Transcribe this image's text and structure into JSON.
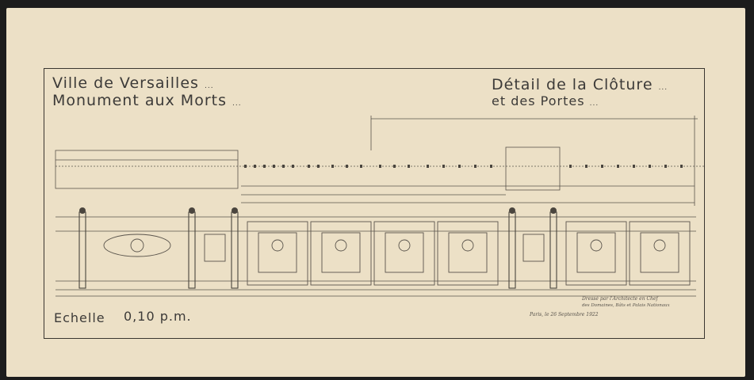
{
  "title_left": {
    "line1_prefix": "Ville de Versailles",
    "line2_prefix": "Monument aux Morts"
  },
  "title_right": {
    "line1": "Détail de la Clôture",
    "line2": "et des Portes"
  },
  "scale": {
    "label": "Echelle",
    "value": "0,10 p.m."
  },
  "signature": {
    "place_date": "Paris, le 26 Septembre 1922",
    "dresse": "Dressé par l'Architecte en Chef",
    "role": "des Domaines, Bâts et Palais Nationaux"
  },
  "colors": {
    "paper": "#ece0c6",
    "ink": "#3c3a38",
    "light_ink": "#7a7266"
  }
}
